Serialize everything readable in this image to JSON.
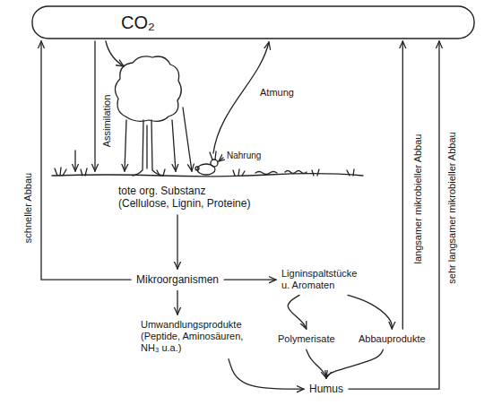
{
  "diagram": {
    "nodes": [
      {
        "text": [
          "CO₂"
        ]
      },
      {
        "text": [
          "tote org. Substanz",
          "(Cellulose, Lignin, Proteine)"
        ]
      },
      {
        "text": [
          "Mikroorganismen"
        ]
      },
      {
        "text": [
          "Umwandlungsprodukte",
          "(Peptide, Aminosäuren, NH₃ u.a.)"
        ]
      },
      {
        "text": [
          "Ligninspaltstücke u. Aromaten"
        ]
      },
      {
        "text": [
          "Polymerisate"
        ]
      },
      {
        "text": [
          "Abbauprodukte"
        ]
      },
      {
        "text": [
          "Humus"
        ]
      }
    ],
    "edges": [
      {
        "from": 1,
        "to": 2,
        "arrow": "to"
      },
      {
        "from": 2,
        "to": 4,
        "arrow": "to"
      },
      {
        "from": 2,
        "to": 3,
        "arrow": "to"
      },
      {
        "from": 4,
        "to": 5,
        "arrow": "to"
      },
      {
        "from": 4,
        "to": 6,
        "arrow": "to"
      },
      {
        "from": 5,
        "to": 7,
        "arrow": "to"
      },
      {
        "from": 6,
        "to": 7,
        "arrow": "to"
      },
      {
        "from": 3,
        "to": 7,
        "arrow": "to"
      },
      {
        "from": 2,
        "to": 0,
        "label": "schneller Abbau",
        "arrow": "to"
      },
      {
        "from": 6,
        "to": 0,
        "label": "langsamer mikrobieller Abbau",
        "arrow": "to"
      },
      {
        "from": 7,
        "to": 0,
        "label": "sehr langsamer mikrobieller Abbau",
        "arrow": "to"
      }
    ],
    "labels": [
      "Assimilation",
      "Atmung",
      "Nahrung"
    ]
  }
}
